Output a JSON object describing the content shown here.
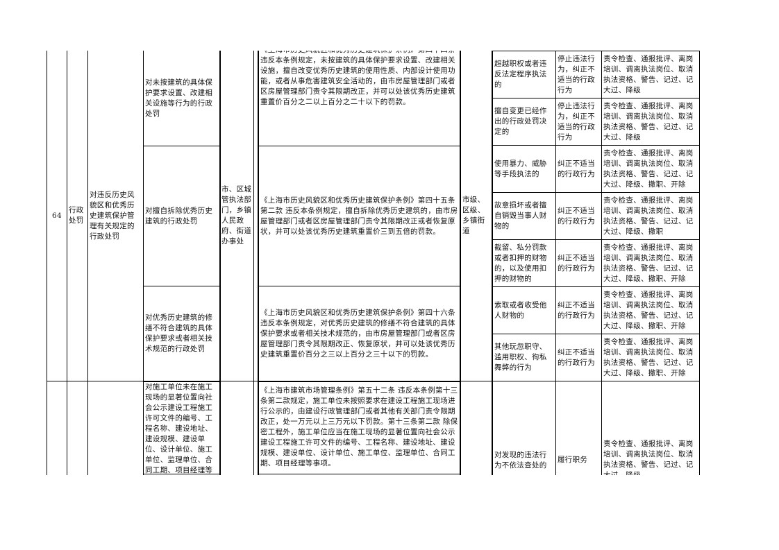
{
  "row64": {
    "number": "64",
    "category": "行政处罚",
    "item_name": "对违反历史风貌区和优秀历史建筑保护管理有关规定的行政处罚",
    "enforcement_subject": "市、区城管执法部门，乡镇人民政府、街道办事处",
    "level": "市级、区级、乡镇街道",
    "sub_items": [
      {
        "name": "对未按建筑的具体保护要求设置、改建相关设施等行为的行政处罚",
        "basis": "《上海市历史风貌区和优秀历史建筑保护条例》第四十四条 违反本条例规定，未按建筑的具体保护要求设置、改建相关设施，擅自改变优秀历史建筑的使用性质、内部设计使用功能，或者从事危害建筑安全活动的，由市房屋管理部门或者区房屋管理部门责令其限期改正，并可以处该优秀历史建筑重置价百分之二以上百分之二十以下的罚款。"
      },
      {
        "name": "对擅自拆除优秀历史建筑的行政处罚",
        "basis": "《上海市历史风貌区和优秀历史建筑保护条例》第四十五条第二款 违反本条例规定，擅自拆除优秀历史建筑的，由市房屋管理部门或者区房屋管理部门责令其限期改正或者恢复原状，并可以处该优秀历史建筑重置价三到五倍的罚款。"
      },
      {
        "name": "对优秀历史建筑的修缮不符合建筑的具体保护要求或者相关技术规范的行政处罚",
        "basis": "《上海市历史风貌区和优秀历史建筑保护条例》第四十六条 违反本条例规定，对优秀历史建筑的修缮不符合建筑的具体保护要求或者相关技术规范的，由市房屋管理部门或者区房屋管理部门责令其限期改正、恢复原状，并可以处该优秀历史建筑重置价百分之三以上百分之三十以下的罚款。"
      }
    ],
    "accountability": [
      {
        "situation": "超越职权或者违反法定程序执法的",
        "duty": "停止违法行为，纠正不适当的行政行为",
        "penalty": "责令检查、通报批评、离岗培训、调离执法岗位、取消执法资格、警告、记过、记大过、降级"
      },
      {
        "situation": "擅自变更已经作出的行政处罚决定的",
        "duty": "停止违法行为，纠正不适当的行政行为",
        "penalty": "责令检查、通报批评、离岗培训、调离执法岗位、取消执法资格、警告、记过、记大过、降级"
      },
      {
        "situation": "使用暴力、威胁等手段执法的",
        "duty": "纠正不适当的行政行为",
        "penalty": "责令检查、通报批评、离岗培训、调离执法岗位、取消执法资格、警告、记过、记大过、降级、撤职、开除"
      },
      {
        "situation": "故意损坏或者擅自销毁当事人财物的",
        "duty": "纠正不适当的行政行为",
        "penalty": "责令检查、通报批评、离岗培训、调离执法岗位、取消执法资格、警告、记过、记大过、降级、撤职"
      },
      {
        "situation": "截留、私分罚款或者扣押的财物的，以及使用扣押的财物的",
        "duty": "纠正不适当的行政行为",
        "penalty": "责令检查、通报批评、离岗培训、调离执法岗位、取消执法资格、警告、记过、记大过、降级、撤职、开除"
      },
      {
        "situation": "索取或者收受他人财物的",
        "duty": "纠正不适当的行政行为",
        "penalty": "责令检查、通报批评、离岗培训、调离执法岗位、取消执法资格、警告、记过、记大过、降级、撤职、开除"
      },
      {
        "situation": "其他玩忽职守、滥用职权、徇私舞弊的行为",
        "duty": "纠正不适当的行政行为",
        "penalty": "责令检查、通报批评、离岗培训、调离执法岗位、取消执法资格、警告、记过、记大过、降级、撤职、开除"
      }
    ]
  },
  "row65": {
    "sub_item": {
      "name": "对施工单位未在施工现场的显著位置向社会公示建设工程施工许可文件的编号、工程名称、建设地址、建设规模、建设单位、设计单位、施工单位、监理单位、合同工期、项目经理等事项的行政处罚",
      "basis": "《上海市建筑市场管理条例》第五十二条 违反本条例第十三条第二款规定，施工单位未按照要求在建设工程施工现场进行公示的，由建设行政管理部门或者其他有关部门责令限期改正，处一万元以上三万元以下罚款。第十三条第二款 除保密工程外，施工单位应当在施工现场的显著位置向社会公示建设工程施工许可文件的编号、工程名称、建设地址、建设规模、建设单位、设计单位、施工单位、监理单位、合同工期、项目经理等事项。"
    },
    "accountability": {
      "situation": "对发现的违法行为不依法查处的",
      "duty": "履行职务",
      "penalty": "责令检查、通报批评、离岗培训、调离执法岗位、取消执法资格、警告、记过、记大过、降级"
    }
  }
}
